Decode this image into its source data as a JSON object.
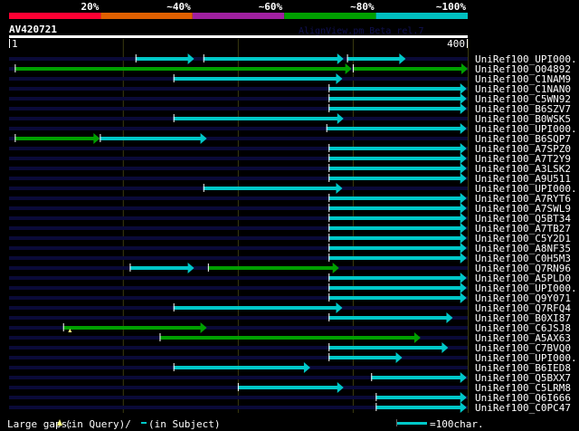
{
  "scale_labels": [
    "20%",
    "~40%",
    "~60%",
    "~80%",
    "~100%"
  ],
  "scale_colors": [
    "#ff0033",
    "#e06000",
    "#a020a0",
    "#00a000",
    "#00c0c0"
  ],
  "query": {
    "name": "AV420721",
    "start": "1",
    "end": "400",
    "length": 400
  },
  "watermark": "AlignView.pm Beta rel.7",
  "colors": {
    "cyan": "#00c8c8",
    "green": "#00a000",
    "track": "#0a0a38",
    "grid": "#3a3a10"
  },
  "hits": [
    {
      "name": "UniRef100_UPI000..",
      "segs": [
        [
          111,
          162,
          "cyan"
        ],
        [
          170,
          292,
          "cyan"
        ],
        [
          295,
          346,
          "cyan"
        ]
      ]
    },
    {
      "name": "UniRef100_O04892",
      "segs": [
        [
          6,
          299,
          "green"
        ],
        [
          300,
          400,
          "green"
        ]
      ]
    },
    {
      "name": "UniRef100_C1NAM9",
      "segs": [
        [
          144,
          291,
          "cyan"
        ]
      ]
    },
    {
      "name": "UniRef100_C1NAN0",
      "segs": [
        [
          279,
          399,
          "cyan"
        ]
      ]
    },
    {
      "name": "UniRef100_C5WN92",
      "segs": [
        [
          279,
          399,
          "cyan"
        ]
      ]
    },
    {
      "name": "UniRef100_B6SZV7",
      "segs": [
        [
          279,
          399,
          "cyan"
        ]
      ]
    },
    {
      "name": "UniRef100_B0WSK5",
      "segs": [
        [
          144,
          292,
          "cyan"
        ]
      ]
    },
    {
      "name": "UniRef100_UPI000..",
      "segs": [
        [
          277,
          399,
          "cyan"
        ]
      ]
    },
    {
      "name": "UniRef100_B6SQP7",
      "segs": [
        [
          6,
          80,
          "green"
        ],
        [
          80,
          173,
          "cyan"
        ]
      ]
    },
    {
      "name": "UniRef100_A7SPZ0",
      "segs": [
        [
          279,
          399,
          "cyan"
        ]
      ]
    },
    {
      "name": "UniRef100_A7T2Y9",
      "segs": [
        [
          279,
          399,
          "cyan"
        ]
      ]
    },
    {
      "name": "UniRef100_A3LSK2",
      "segs": [
        [
          279,
          399,
          "cyan"
        ]
      ]
    },
    {
      "name": "UniRef100_A9U511",
      "segs": [
        [
          279,
          399,
          "cyan"
        ]
      ]
    },
    {
      "name": "UniRef100_UPI000..",
      "segs": [
        [
          170,
          291,
          "cyan"
        ]
      ]
    },
    {
      "name": "UniRef100_A7RYT6",
      "segs": [
        [
          279,
          399,
          "cyan"
        ]
      ]
    },
    {
      "name": "UniRef100_A7SWL9",
      "segs": [
        [
          279,
          399,
          "cyan"
        ]
      ]
    },
    {
      "name": "UniRef100_Q5BT34",
      "segs": [
        [
          279,
          399,
          "cyan"
        ]
      ]
    },
    {
      "name": "UniRef100_A7TB27",
      "segs": [
        [
          279,
          399,
          "cyan"
        ]
      ]
    },
    {
      "name": "UniRef100_C5Y2D1",
      "segs": [
        [
          279,
          399,
          "cyan"
        ]
      ]
    },
    {
      "name": "UniRef100_A8NF35",
      "segs": [
        [
          279,
          399,
          "cyan"
        ]
      ]
    },
    {
      "name": "UniRef100_C0H5M3",
      "segs": [
        [
          279,
          399,
          "cyan"
        ]
      ]
    },
    {
      "name": "UniRef100_Q7RN96",
      "segs": [
        [
          106,
          162,
          "cyan"
        ],
        [
          174,
          288,
          "green"
        ]
      ]
    },
    {
      "name": "UniRef100_A5PLD0",
      "segs": [
        [
          279,
          399,
          "cyan"
        ]
      ]
    },
    {
      "name": "UniRef100_UPI000..",
      "segs": [
        [
          279,
          399,
          "cyan"
        ]
      ]
    },
    {
      "name": "UniRef100_Q9Y071",
      "segs": [
        [
          279,
          399,
          "cyan"
        ]
      ]
    },
    {
      "name": "UniRef100_Q7RFQ4",
      "segs": [
        [
          144,
          291,
          "cyan"
        ]
      ]
    },
    {
      "name": "UniRef100_B0XI87",
      "segs": [
        [
          279,
          387,
          "cyan"
        ]
      ]
    },
    {
      "name": "UniRef100_C6JSJ8",
      "segs": [
        [
          48,
          173,
          "green"
        ]
      ],
      "gap": 54
    },
    {
      "name": "UniRef100_A5AX63",
      "segs": [
        [
          132,
          359,
          "green"
        ]
      ]
    },
    {
      "name": "UniRef100_C7BVQ0",
      "segs": [
        [
          279,
          383,
          "cyan"
        ]
      ]
    },
    {
      "name": "UniRef100_UPI000..",
      "segs": [
        [
          279,
          343,
          "cyan"
        ]
      ]
    },
    {
      "name": "UniRef100_B6IED8",
      "segs": [
        [
          144,
          263,
          "cyan"
        ]
      ]
    },
    {
      "name": "UniRef100_Q5BXX7",
      "segs": [
        [
          316,
          399,
          "cyan"
        ]
      ]
    },
    {
      "name": "UniRef100_C5LRM8",
      "segs": [
        [
          200,
          292,
          "cyan"
        ]
      ]
    },
    {
      "name": "UniRef100_Q6I666",
      "segs": [
        [
          320,
          399,
          "cyan"
        ]
      ]
    },
    {
      "name": "UniRef100_C0PC47",
      "segs": [
        [
          320,
          399,
          "cyan"
        ]
      ]
    }
  ],
  "legend": {
    "gaps_label": "Large gaps:",
    "in_query": "(in Query)/",
    "in_subject": "(in Subject)",
    "scale_label": "=100char."
  }
}
